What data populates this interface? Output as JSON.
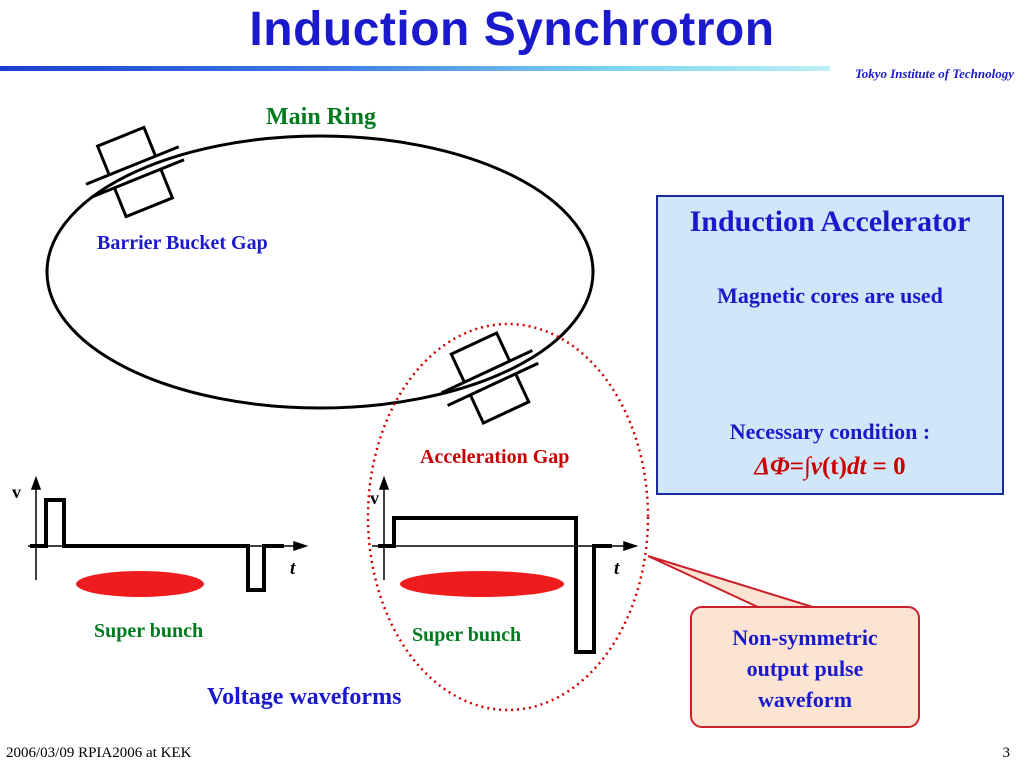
{
  "slide": {
    "title": "Induction Synchrotron",
    "institution": "Tokyo Institute of Technology",
    "footer_left": "2006/03/09 RPIA2006 at KEK",
    "page_number": "3"
  },
  "diagram": {
    "main_ring_label": "Main Ring",
    "barrier_gap_label": "Barrier Bucket Gap",
    "acceleration_gap_label": "Acceleration Gap",
    "left_plot": {
      "v_axis": "v",
      "t_axis": "t",
      "bunch_label": "Super bunch"
    },
    "right_plot": {
      "v_axis": "v",
      "t_axis": "t",
      "bunch_label": "Super bunch"
    },
    "waveforms_caption": "Voltage waveforms"
  },
  "info_box": {
    "title": "Induction Accelerator",
    "cores_text": "Magnetic cores are used",
    "condition_text": "Necessary condition :",
    "formula_delta_phi": "ΔΦ",
    "formula_middle": "=∫",
    "formula_v": "v",
    "formula_t_paren": "(t)",
    "formula_dt": "dt",
    "formula_end": " = 0"
  },
  "callout": {
    "text": "Non-symmetric\noutput pulse\nwaveform"
  },
  "colors": {
    "title_blue": "#1a1acc",
    "green_label": "#007a1f",
    "red_label": "#cc0000",
    "bunch_red": "#ee1c1c",
    "arrow_yellow": "#ffd400"
  }
}
